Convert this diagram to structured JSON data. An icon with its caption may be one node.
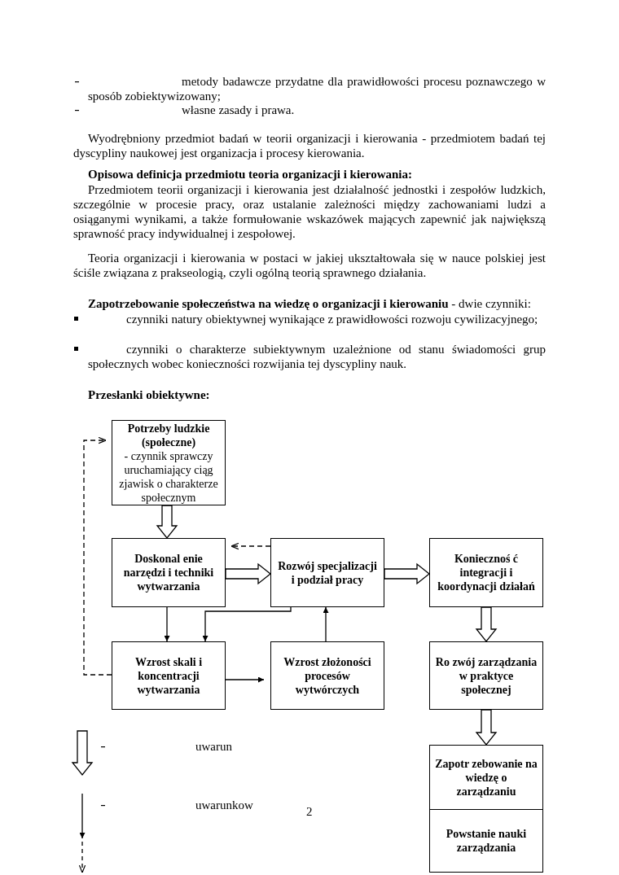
{
  "diagram": {
    "nodes": [
      {
        "text": [
          "Potrzeby ludzkie (społeczne)",
          "- czynnik sprawczy uruchamiający ciąg zjawisk o charakterze społecznym"
        ]
      },
      {
        "text": [
          "Doskonal enie narzędzi i techniki wytwarzania"
        ]
      },
      {
        "text": [
          "Rozwój specjalizacji i podział pracy"
        ]
      },
      {
        "text": [
          "Koniecznoś ć integracji i koordynacji działań"
        ]
      },
      {
        "text": [
          "Wzrost skali i koncentracji wytwarzania"
        ]
      },
      {
        "text": [
          "Wzrost złożoności procesów wytwórczych"
        ]
      },
      {
        "text": [
          "Ro zwój zarządzania w praktyce społecznej"
        ]
      },
      {
        "text": [
          "Zapotr zebowanie na wiedzę o zarządzaniu"
        ]
      },
      {
        "text": [
          "Powstanie nauki zarządzania"
        ]
      }
    ],
    "edges": [
      {
        "from": 0,
        "to": 1,
        "arrow": "to",
        "style": "thick"
      },
      {
        "from": 1,
        "to": 2,
        "arrow": "to",
        "style": "thick"
      },
      {
        "from": 2,
        "to": 3,
        "arrow": "to",
        "style": "thick"
      },
      {
        "from": 2,
        "to": 1,
        "arrow": "to",
        "style": "dashed"
      },
      {
        "from": 1,
        "to": 4,
        "arrow": "to"
      },
      {
        "from": 2,
        "to": 4,
        "arrow": "to"
      },
      {
        "from": 4,
        "to": 5,
        "arrow": "to"
      },
      {
        "from": 5,
        "to": 2,
        "arrow": "to"
      },
      {
        "from": 4,
        "to": 0,
        "arrow": "to",
        "style": "dashed"
      },
      {
        "from": 3,
        "to": 6,
        "arrow": "to",
        "style": "thick"
      },
      {
        "from": 6,
        "to": 7,
        "arrow": "to",
        "style": "thick"
      }
    ],
    "labels": [
      "metody badawcze przydatne dla prawidłowości procesu poznawczego w sposób zobiektywizowany;",
      "własne zasady i prawa.",
      "Wyodrębniony przedmiot badań w teorii organizacji i kierowania - przedmiotem badań tej dyscypliny naukowej jest organizacja i procesy kierowania.",
      "Opisowa definicja przedmiotu teoria organizacji i kierowania:",
      "Przedmiotem teorii organizacji i kierowania jest działalność jednostki i zespołów ludzkich, szczególnie w procesie pracy, oraz ustalanie zależności między zachowaniami ludzi a osiąganymi wynikami, a także formułowanie wskazówek mających zapewnić jak największą sprawność pracy indywidualnej i zespołowej.",
      "Teoria organizacji i kierowania w postaci w jakiej ukształtowała się w nauce polskiej jest ściśle związana z prakseologią, czyli ogólną teorią sprawnego działania.",
      "**Zapotrzebowanie społeczeństwa na wiedzę o organizacji i kierowaniu** - dwie czynniki:",
      "czynniki natury obiektywnej wynikające z prawidłowości rozwoju cywilizacyjnego;",
      "czynniki o charakterze subiektywnym uzależnione od stanu świadomości grup społecznych wobec konieczności rozwijania tej dyscypliny nauk.",
      "Przesłanki obiektywne:",
      "2"
    ],
    "legend": [
      {
        "text": "uwarun"
      },
      {
        "text": "uwarunkow"
      }
    ]
  }
}
